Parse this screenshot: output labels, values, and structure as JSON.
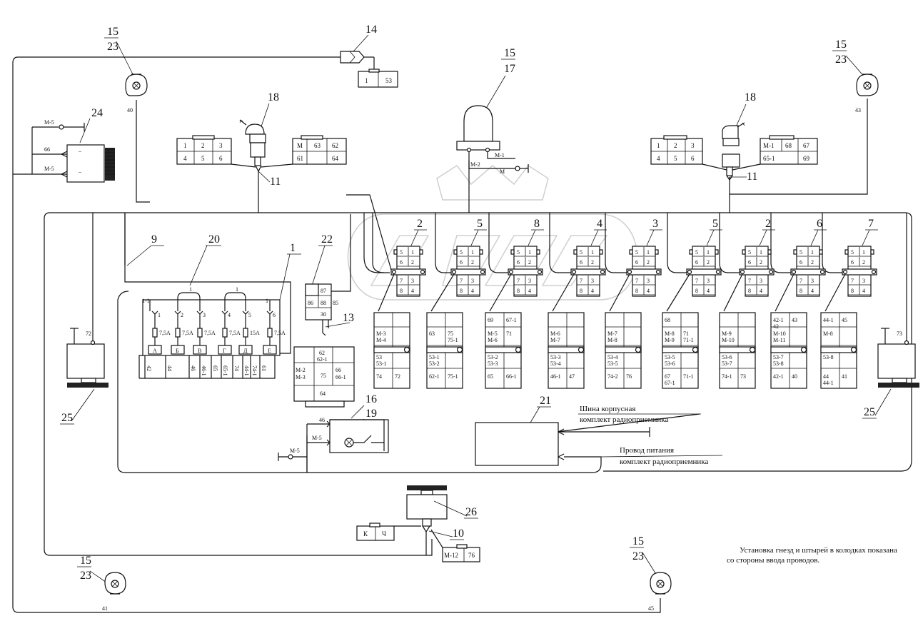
{
  "callouts": {
    "lamp_tl": [
      "15",
      "23"
    ],
    "switch14": "14",
    "roof_lamp": [
      "15",
      "17"
    ],
    "lamp_tr": [
      "15",
      "23"
    ],
    "item24": "24",
    "item18_left": "18",
    "item11_left": "11",
    "item18_right": "18",
    "item11_right": "11",
    "item9": "9",
    "item20": "20",
    "item1": "1",
    "item22": "22",
    "item13": "13",
    "item25_left": "25",
    "item25_right": "25",
    "item16": "16",
    "item19": "19",
    "item21": "21",
    "item26": "26",
    "item10": "10",
    "lamp_bl": [
      "15",
      "23"
    ],
    "lamp_br": [
      "15",
      "23"
    ]
  },
  "wire_labels": {
    "w40": "40",
    "w43": "43",
    "w41": "41",
    "w45": "45",
    "w72": "72",
    "w73": "73",
    "w66": "66",
    "m5a": "M-5",
    "m5b": "M-5",
    "m5c": "M-5",
    "m5d": "M-5",
    "w46": "46",
    "m1": "M-1",
    "m2": "M-2",
    "m": "M"
  },
  "plug14": [
    "1",
    "53"
  ],
  "plug18_left": {
    "grid": [
      "1",
      "2",
      "3",
      "4",
      "5",
      "6"
    ],
    "right": [
      "M",
      "63",
      "62",
      "61",
      "64"
    ]
  },
  "plug18_right": {
    "grid": [
      "1",
      "2",
      "3",
      "4",
      "5",
      "6"
    ],
    "right": [
      "M-1",
      "68",
      "67",
      "65-1",
      "69"
    ]
  },
  "switch_numbers": [
    "2",
    "5",
    "8",
    "4",
    "3",
    "5",
    "2",
    "6",
    "7"
  ],
  "switch_pins": [
    "5",
    "1",
    "6",
    "2",
    "7",
    "3",
    "8",
    "4"
  ],
  "switch_blocks": [
    {
      "r1": [
        "",
        ""
      ],
      "r2": [
        "M-3\nM-4",
        ""
      ],
      "r3": [
        "53\n53-1",
        ""
      ],
      "r4": [
        "74",
        "72"
      ]
    },
    {
      "r1": [
        "",
        ""
      ],
      "r2": [
        "63",
        "75\n75-1"
      ],
      "r3": [
        "53-1\n53-2",
        ""
      ],
      "r4": [
        "62-1",
        "75-1"
      ]
    },
    {
      "r1": [
        "69",
        "67-1"
      ],
      "r2": [
        "M-5\nM-6",
        "71"
      ],
      "r3": [
        "53-2\n53-3",
        ""
      ],
      "r4": [
        "65",
        "66-1"
      ]
    },
    {
      "r1": [
        "",
        ""
      ],
      "r2": [
        "M-6\nM-7",
        ""
      ],
      "r3": [
        "53-3\n53-4",
        ""
      ],
      "r4": [
        "46-1",
        "47"
      ]
    },
    {
      "r1": [
        "",
        ""
      ],
      "r2": [
        "M-7\nM-8",
        ""
      ],
      "r3": [
        "53-4\n53-5",
        ""
      ],
      "r4": [
        "74-2",
        "76"
      ]
    },
    {
      "r1": [
        "68",
        ""
      ],
      "r2": [
        "M-8\nM-9",
        "71\n71-1"
      ],
      "r3": [
        "53-5\n53-6",
        ""
      ],
      "r4": [
        "67\n67-1",
        "71-1"
      ]
    },
    {
      "r1": [
        "",
        ""
      ],
      "r2": [
        "M-9\nM-10",
        ""
      ],
      "r3": [
        "53-6\n53-7",
        ""
      ],
      "r4": [
        "74-1",
        "73"
      ]
    },
    {
      "r1": [
        "42-1\n42",
        "43"
      ],
      "r2": [
        "M-10\nM-11",
        ""
      ],
      "r3": [
        "53-7\n53-8",
        ""
      ],
      "r4": [
        "42-1",
        "40"
      ]
    },
    {
      "r1": [
        "44-1",
        "45"
      ],
      "r2": [
        "M-8",
        ""
      ],
      "r3": [
        "53-8",
        ""
      ],
      "r4": [
        "44\n44-1",
        "41"
      ]
    }
  ],
  "fuse_block": {
    "terminals": [
      "1-1",
      "1",
      "2",
      "3",
      "4",
      "5",
      "6"
    ],
    "ratings": [
      "7,5A",
      "7,5A",
      "7,5A",
      "7,5A",
      "15A",
      "7,5A"
    ],
    "letters": [
      "А",
      "Б",
      "В",
      "Г",
      "Д",
      "Е"
    ],
    "wires": [
      "42",
      "44",
      "46",
      "46-1",
      "65",
      "65-1",
      "74",
      "44-1",
      "74-1",
      "61"
    ],
    "top_links": [
      "1",
      "1",
      "1"
    ]
  },
  "relay22": [
    "87",
    "86",
    "88",
    "85",
    "30"
  ],
  "plug13": {
    "top": [
      "62",
      "62-1"
    ],
    "mid": [
      "M-2\nM-3",
      "75",
      "66\n66-1"
    ],
    "bottom": [
      "64"
    ]
  },
  "plug26": [
    "К",
    "Ч"
  ],
  "plug10": [
    "M-12",
    "76"
  ],
  "radio_labels": {
    "ground_bus": "Шина корпусная",
    "radio_kit_1": "комплект радиоприемника",
    "power_wire": "Провод питания",
    "radio_kit_2": "комплект радиоприемника"
  },
  "footnote": [
    "Установка гнезд и штырей в колодках показана",
    "со стороны ввода проводов."
  ]
}
